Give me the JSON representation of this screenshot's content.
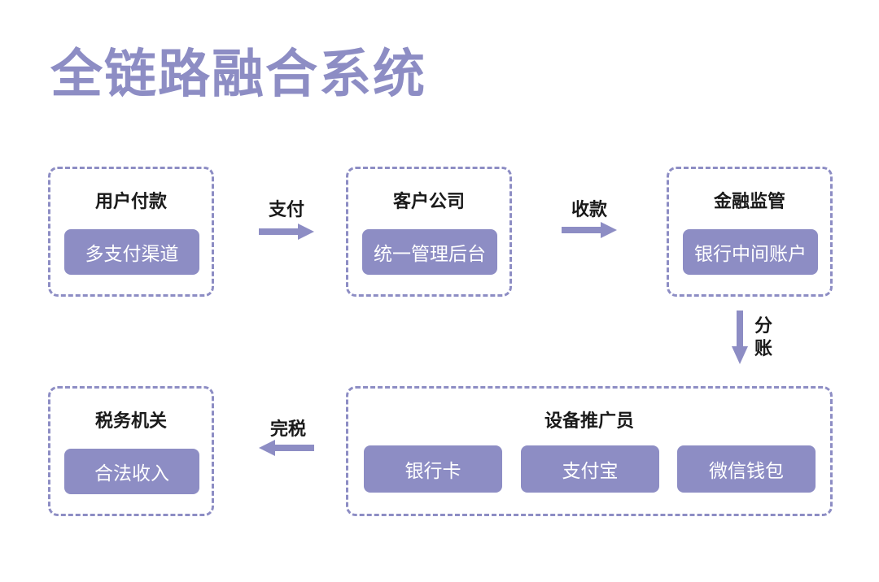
{
  "title": "全链路融合系统",
  "nodes": {
    "user_payment": {
      "title": "用户付款",
      "item": "多支付渠道"
    },
    "client_company": {
      "title": "客户公司",
      "item": "统一管理后台"
    },
    "financial_supervision": {
      "title": "金融监管",
      "item": "银行中间账户"
    },
    "tax_authority": {
      "title": "税务机关",
      "item": "合法收入"
    },
    "device_promoter": {
      "title": "设备推广员",
      "items": [
        "银行卡",
        "支付宝",
        "微信钱包"
      ]
    }
  },
  "edges": {
    "pay": "支付",
    "collect": "收款",
    "split": "分账",
    "tax": "完税"
  },
  "colors": {
    "accent": "#8d8dc4",
    "text": "#1a1a1a",
    "pill_text": "#ffffff"
  }
}
